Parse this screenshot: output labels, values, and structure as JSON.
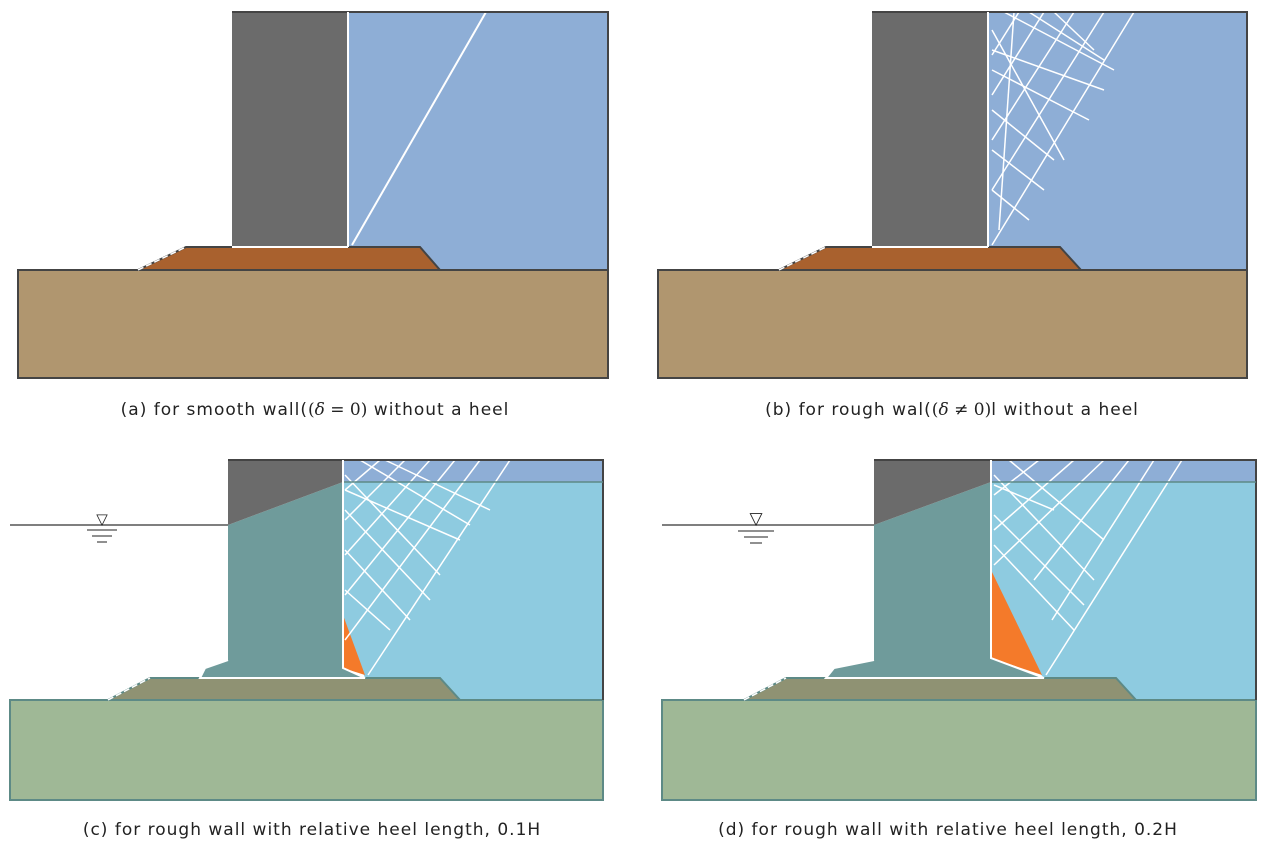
{
  "colors": {
    "wall": "#6b6b6b",
    "backfill": "#8eaed6",
    "foundation": "#b0966f",
    "rubble_mound": "#a9612e",
    "water_backfill": "#8ecbe0",
    "submerged_wall": "#6f9b9b",
    "submerged_foundation": "#9fb896",
    "submerged_mound": "#8f9273",
    "plastic_wedge": "#f47a2a",
    "outline": "#444444",
    "slip_lines": "#ffffff"
  },
  "panels": [
    {
      "id": "a",
      "caption_prefix": "(a)  for  smooth  wall(",
      "caption_math_open": "(",
      "caption_symbol": "δ",
      "caption_relation": " = 0",
      "caption_math_close": ")",
      "caption_suffix": "  without  a  heel"
    },
    {
      "id": "b",
      "caption_prefix": "(b)  for  rough  wal(",
      "caption_math_open": "(",
      "caption_symbol": "δ",
      "caption_relation": " ≠ 0",
      "caption_math_close": ")",
      "caption_suffix": "l  without  a  heel"
    },
    {
      "id": "c",
      "caption_text": "(c)  for  rough  wall  with  relative  heel  length,  0.1H"
    },
    {
      "id": "d",
      "caption_text": "(d)  for  rough  wall  with  relative  heel  length,  0.2H"
    }
  ],
  "water_level_symbol": "▽"
}
